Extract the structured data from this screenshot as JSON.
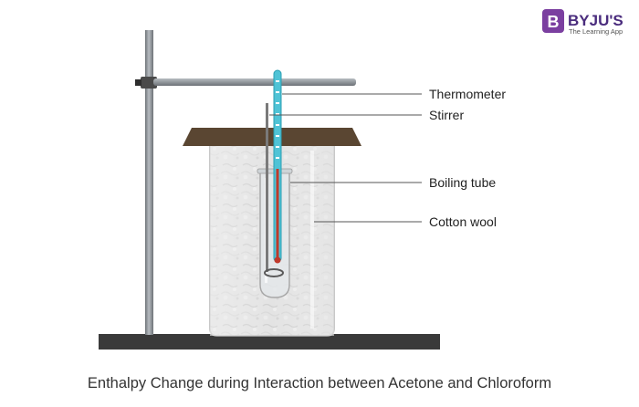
{
  "logo": {
    "mark": "B",
    "name": "BYJU'S",
    "tagline": "The Learning App",
    "color": "#7b3fa0"
  },
  "labels": {
    "thermometer": "Thermometer",
    "stirrer": "Stirrer",
    "boiling_tube": "Boiling tube",
    "cotton_wool": "Cotton wool"
  },
  "caption": "Enthalpy Change during Interaction between Acetone and Chloroform",
  "colors": {
    "stand": "#8a8f94",
    "base": "#3a3a3a",
    "lid": "#5a4632",
    "wool": "#d9d9d9",
    "thermometer": "#4fc3d6",
    "mercury": "#c0392b",
    "leader": "#333333"
  }
}
